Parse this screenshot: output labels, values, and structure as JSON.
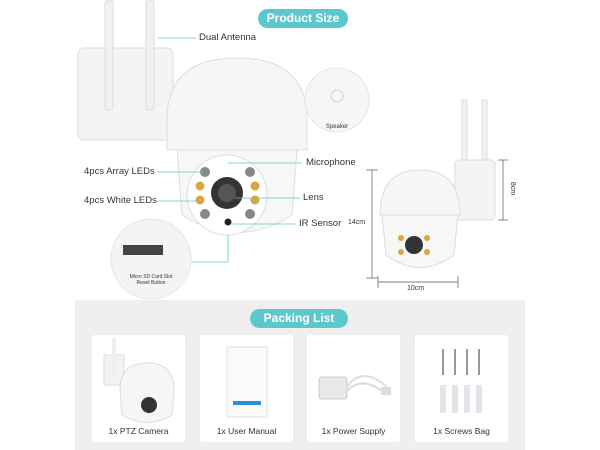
{
  "product_size": {
    "title": "Product Size",
    "labels": {
      "dual_antenna": "Dual Antenna",
      "array_leds": "4pcs Array LEDs",
      "white_leds": "4pcs White LEDs",
      "microphone": "Microphone",
      "lens": "Lens",
      "ir_sensor": "IR Sensor",
      "speaker": "Speaker",
      "sd_slot": "Micro SD Card Slot",
      "reset": "Reset Button"
    },
    "dimensions": {
      "height": "14cm",
      "width": "10cm",
      "depth": "8cm"
    }
  },
  "packing_list": {
    "title": "Packing List",
    "items": [
      {
        "label": "1x PTZ Camera"
      },
      {
        "label": "1x User Manual"
      },
      {
        "label": "1x Power Supply"
      },
      {
        "label": "1x Screws Bag"
      }
    ]
  },
  "colors": {
    "accent": "#5cc8cc",
    "led_amber": "#d9a640",
    "panel": "#efefef"
  }
}
